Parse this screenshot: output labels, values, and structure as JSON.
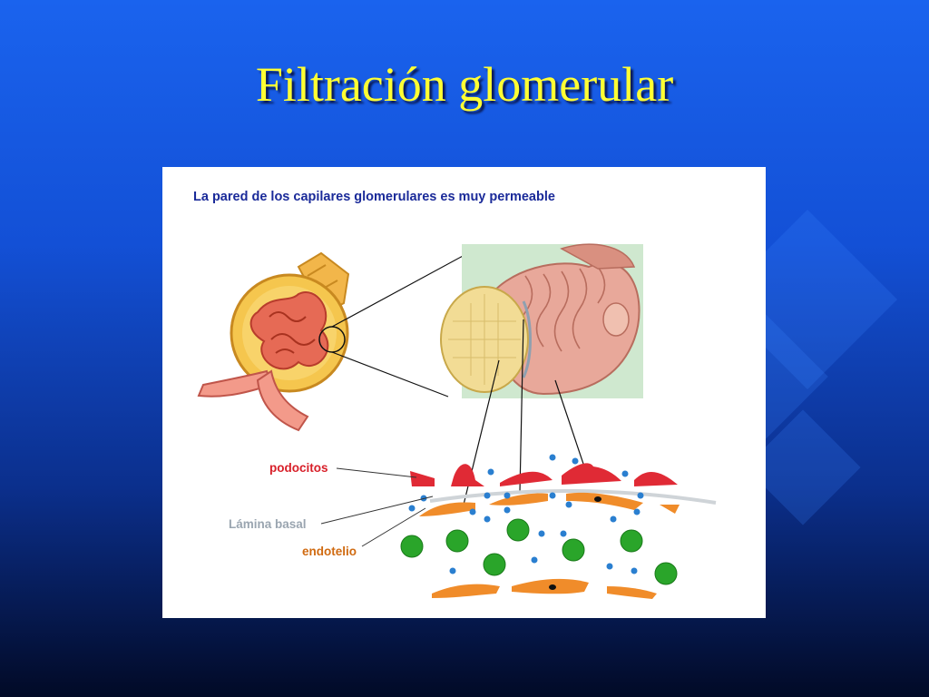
{
  "slide": {
    "title": "Filtración glomerular"
  },
  "figure": {
    "caption": "La pared de los capilares glomerulares es muy permeable",
    "labels": {
      "podocytes": "podocitos",
      "basal_lamina": "Lámina basal",
      "endothelium": "endotelio"
    }
  },
  "colors": {
    "title": "#ffff33",
    "caption": "#1a2a99",
    "podocytes": "#d8202a",
    "basal_lamina": "#9aa5b0",
    "endothelium": "#d06a10",
    "large_molecules": "#2aa52a",
    "small_molecules": "#2a7fd0"
  },
  "icons": [
    "glomerulus-illustration",
    "capillary-3d-illustration",
    "filtration-barrier-diagram"
  ]
}
